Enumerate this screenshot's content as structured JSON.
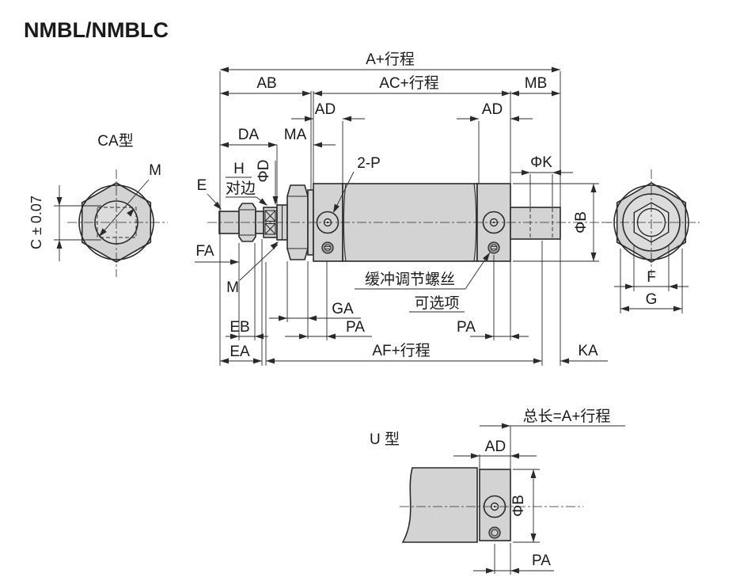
{
  "title": "NMBL/NMBLC",
  "ca_view": {
    "label": "CA型",
    "m": "M",
    "c": "C ± 0.07"
  },
  "side": {
    "a": "A+行程",
    "ab": "AB",
    "ac": "AC+行程",
    "mb": "MB",
    "ad_front": "AD",
    "ad_rear": "AD",
    "da": "DA",
    "ma": "MA",
    "h": "H",
    "across_flats": "对边",
    "phi_d": "ΦD",
    "e": "E",
    "ports": "2-P",
    "phi_k": "ΦK",
    "phi_b": "ΦB",
    "fa": "FA",
    "m": "M",
    "cushion_screw": "缓冲调节螺丝",
    "optional": "可选项",
    "ga": "GA",
    "pa_front": "PA",
    "pa_rear": "PA",
    "eb": "EB",
    "ea": "EA",
    "af": "AF+行程",
    "ka": "KA"
  },
  "rear_view": {
    "f": "F",
    "g": "G"
  },
  "u_view": {
    "label": "U 型",
    "total": "总长=A+行程",
    "ad": "AD",
    "phi_b": "ΦB",
    "pa": "PA"
  }
}
